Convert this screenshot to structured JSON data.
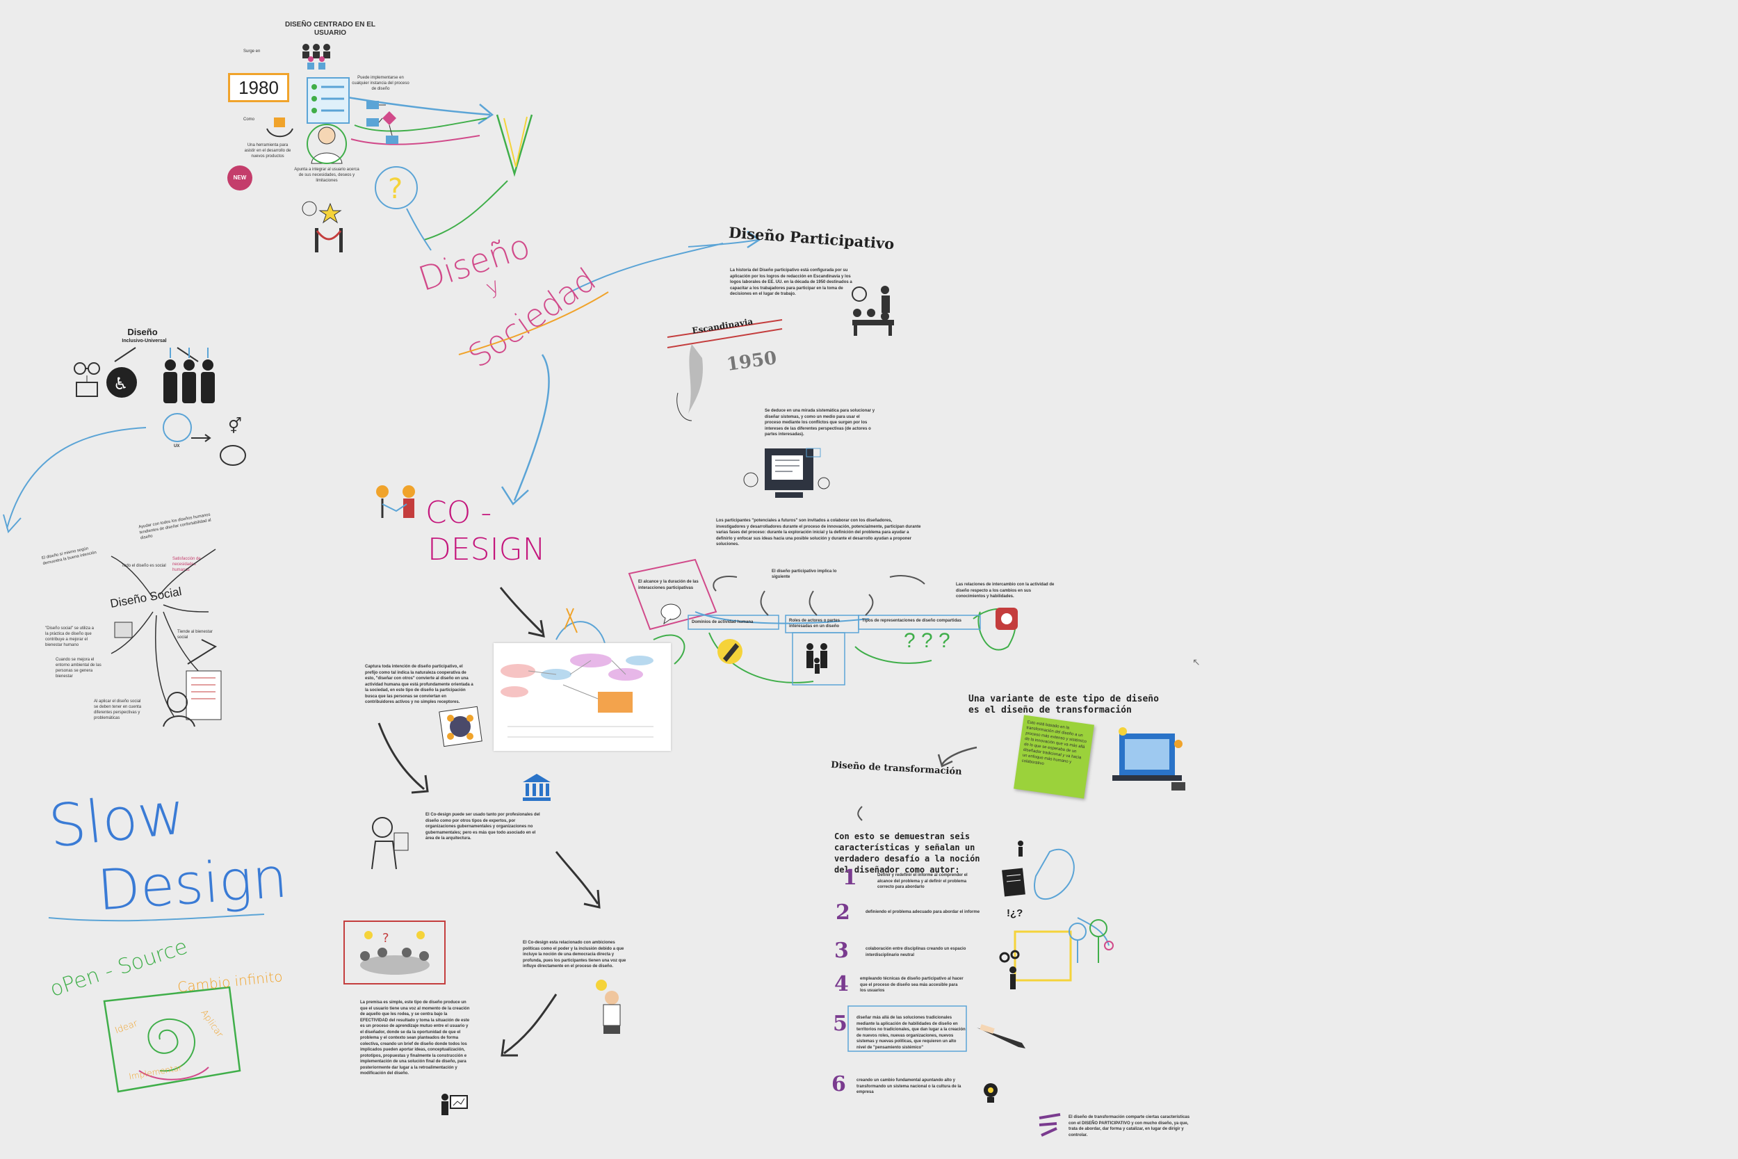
{
  "ucd": {
    "title": "DISEÑO CENTRADO EN EL USUARIO",
    "surge_label": "Surge en",
    "year": "1980",
    "como_label": "Como",
    "tool_text": "Una herramienta para asistir en el desarrollo de nuevos productos",
    "new_badge": "NEW",
    "implement_text": "Puede implementarse en cualquier instancia del proceso de diseño",
    "integrate_text": "Apunta a integrar al usuario acerca de sus necesidades, deseos y limitaciones"
  },
  "center": {
    "word1": "Diseño",
    "word2": "y",
    "word3": "Sociedad"
  },
  "inclusive": {
    "title": "Diseño",
    "subtitle": "Inclusivo-Universal",
    "ux_label": "UX"
  },
  "social": {
    "title": "Diseño Social",
    "text_a": "El diseño sí mismo según demuestra la buena intención",
    "text_b": "Ayudar con todos los diseños humanos tendientes de diseñar confortabilidad al diseño",
    "text_c": "Todo el diseño es social",
    "text_d": "Satisfacción de necesidades humanas",
    "text_e": "Tiende al bienestar social",
    "text_f": "\"Diseño social\" se utiliza a la práctica de diseño que contribuye a mejorar el bienestar humano",
    "text_g": "Cuando se mejora el entorno ambiental de las personas se genera bienestar",
    "text_h": "Al aplicar el diseño social se deben tener en cuenta diferentes perspectivas y problemáticas"
  },
  "slow": {
    "word1": "Slow",
    "word2": "Design",
    "open": "oPen - Source",
    "cambio": "Cambio infinito",
    "idear": "Idear",
    "aplicar": "Aplicar",
    "implementar": "Implementar"
  },
  "codesign": {
    "title1": "CO -",
    "title2": "DESIGN",
    "para1": "Captura toda intención de diseño participativo, el prefijo como tal indica la naturaleza cooperativa de esto, \"diseñar con otros\" convierte al diseño en una actividad humana que está profundamente orientada a la sociedad, en este tipo de diseño la participación busca que las personas se conviertan en contribuidores activos y no simples receptores.",
    "para2": "El Co-design puede ser usado tanto por profesionales del diseño como por otros tipos de expertos, por organizaciones gubernamentales y organizaciones no gubernamentales; pero es más que todo asociado en el área de la arquitectura.",
    "para3": "El Co-design esta relacionado con ambiciones políticas como el poder y la inclusión debido a que incluye la noción de una democracia directa y profunda, pues los participantes tienen una voz que influye directamente en el proceso de diseño.",
    "para4": "La premisa es simple, este tipo de diseño produce un que el usuario tiene una voz al momento de la creación de aquello que les rodea, y se centra bajo la EFECTIVIDAD del resultado y toma la situación de este es un proceso de aprendizaje mutuo entre el usuario y el diseñador, donde se da la oportunidad de que el problema y el contexto sean planteados de forma colectiva, creando un brief de diseño donde todos los implicados pueden aportar ideas, conceptualización, prototipos, propuestas y finalmente la construcción e implementación de una solución final de diseño, para posteriormente dar lugar a la retroalimentación y modificación del diseño."
  },
  "participativo": {
    "title": "Diseño Participativo",
    "intro": "La historia del Diseño participativo está configurada por su aplicación por los logros de redacción en Escandinavia y los logos laborales de EE. UU. en la década de 1950 destinados a capacitar a los trabajadores para participar en la toma de decisiones en el lugar de trabajo.",
    "region": "Escandinavia",
    "year": "1950",
    "method": "Se deduce en una mirada sistemática para solucionar y diseñar sistemas, y como un medio para usar el proceso mediante los conflictos que surgen por los intereses de las diferentes perspectivas (de actores o partes interesadas).",
    "participants": "Los participantes \"potenciales a futuros\" son invitados a colaborar con los diseñadores, investigadores y desarrolladores durante el proceso de innovación, potencialmente, participan durante varias fases del proceso: durante la exploración inicial y la definición del problema para ayudar a definirlo y enfocar sus ideas hacia una posible solución y durante el desarrollo ayudan a proponer soluciones.",
    "aims": "El alcance y la duración de las interacciones participativas",
    "implies": "El diseño participativo implica lo siguiente",
    "relations": "Las relaciones de intercambio con la actividad de diseño respecto a los cambios en sus conocimientos y habilidades.",
    "domain": "Dominios de actividad humana",
    "roles": "Roles de actores o partes interesadas en un diseño",
    "types": "Tipos de representaciones de diseño compartidas"
  },
  "transform": {
    "variant": "Una variante de este tipo de diseño es el diseño de transformación",
    "note": "Esto está basado en la transformación del diseño a un proceso más extenso y sistémico de la innovación que va más allá de lo que se esperaba de un diseñador tradicional y va hacia un enfoque más humano y colaborativo",
    "title": "Diseño de transformación",
    "intro": "Con esto se demuestran seis características y señalan un verdadero desafío a la noción del diseñador como autor:",
    "items": [
      {
        "n": "1",
        "text": "Definir y redefinir el informe al comprender el alcance del problema y al definir el problema correcto para abordarlo"
      },
      {
        "n": "2",
        "text": "definiendo el problema adecuado para abordar el informe"
      },
      {
        "n": "3",
        "text": "colaboración entre disciplinas creando un espacio interdisciplinario neutral"
      },
      {
        "n": "4",
        "text": "empleando técnicas de diseño participativo al hacer que el proceso de diseño sea más accesible para los usuarios"
      },
      {
        "n": "5",
        "text": "diseñar más allá de las soluciones tradicionales mediante la aplicación de habilidades de diseño en territorios no tradicionales, que dan lugar a la creación de nuevos roles, nuevas organizaciones, nuevos sistemas y nuevas políticas, que requieren un alto nivel de \"pensamiento sistémico\""
      },
      {
        "n": "6",
        "text": "creando un cambio fundamental apuntando alto y transformando un sistema nacional o la cultura de la empresa"
      }
    ],
    "qmark": "!¿?",
    "closing": "El diseño de transformación comparte ciertas características con el DISEÑO PARTICIPATIVO y con mucho diseño, ya que, trata de abordar, dar forma y catalizar, en lugar de dirigir y controlar."
  },
  "colors": {
    "background": "#ececec",
    "pink": "#d14a8a",
    "purple": "#7a3b8f",
    "blue": "#5ba4d6",
    "green": "#3fae49",
    "orange": "#f0a32b",
    "yellow": "#f5d33a"
  }
}
